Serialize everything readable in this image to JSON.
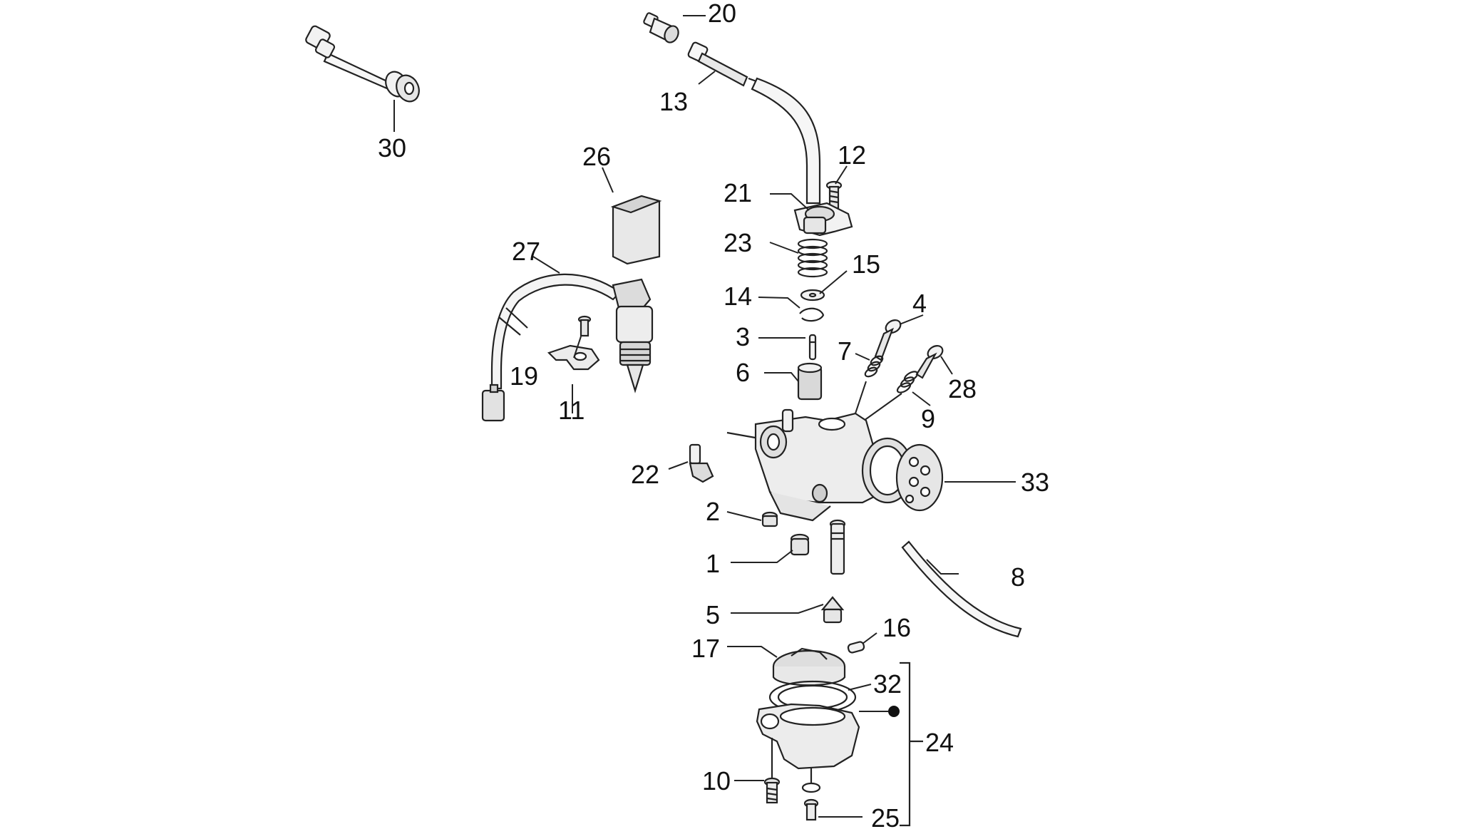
{
  "colors": {
    "ink": "#222222",
    "background": "#ffffff",
    "part_fill": "#f2f2f2",
    "part_shade": "#c8c8c8"
  },
  "callouts": {
    "c1": "1",
    "c2": "2",
    "c3": "3",
    "c4": "4",
    "c5": "5",
    "c6": "6",
    "c7": "7",
    "c8": "8",
    "c9": "9",
    "c10": "10",
    "c11": "11",
    "c12": "12",
    "c13": "13",
    "c14": "14",
    "c15": "15",
    "c16": "16",
    "c17": "17",
    "c19": "19",
    "c20": "20",
    "c21": "21",
    "c22": "22",
    "c23": "23",
    "c24": "24",
    "c25": "25",
    "c26": "26",
    "c27": "27",
    "c28": "28",
    "c30": "30",
    "c32": "32",
    "c33": "33"
  }
}
